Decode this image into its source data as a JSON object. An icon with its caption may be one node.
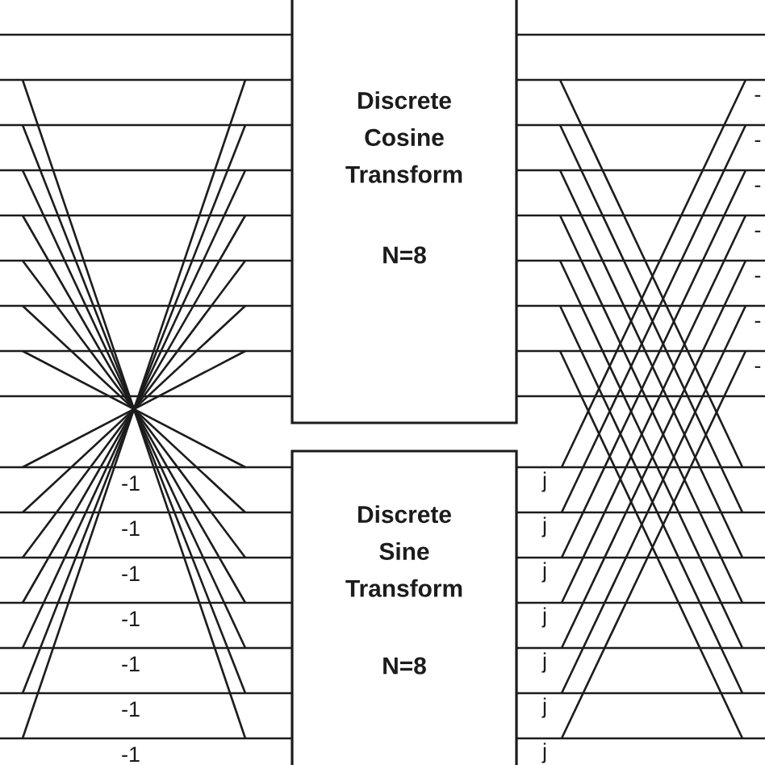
{
  "diagram": {
    "nodes": [
      {
        "text": [
          "Discrete Cosine Transform",
          "N=8"
        ]
      },
      {
        "text": [
          "Discrete Sine Transform",
          "N=8"
        ]
      }
    ],
    "edges": [
      {
        "from": null,
        "to": 0,
        "arrow": "none"
      },
      {
        "from": null,
        "to": 0,
        "arrow": "none"
      },
      {
        "from": null,
        "to": 0,
        "arrow": "none"
      },
      {
        "from": null,
        "to": 0,
        "arrow": "none"
      },
      {
        "from": null,
        "to": 0,
        "arrow": "none"
      },
      {
        "from": null,
        "to": 0,
        "arrow": "none"
      },
      {
        "from": null,
        "to": 0,
        "arrow": "none"
      },
      {
        "from": null,
        "to": 0,
        "arrow": "none"
      },
      {
        "from": null,
        "to": 0,
        "arrow": "none"
      },
      {
        "from": null,
        "to": 1,
        "arrow": "none"
      },
      {
        "from": null,
        "to": 1,
        "arrow": "none"
      },
      {
        "from": null,
        "to": 1,
        "arrow": "none"
      },
      {
        "from": null,
        "to": 1,
        "arrow": "none"
      },
      {
        "from": null,
        "to": 1,
        "arrow": "none"
      },
      {
        "from": null,
        "to": 1,
        "arrow": "none"
      },
      {
        "from": null,
        "to": 1,
        "arrow": "none"
      },
      {
        "from": 0,
        "to": null,
        "arrow": "none"
      },
      {
        "from": 0,
        "to": null,
        "arrow": "none"
      },
      {
        "from": 0,
        "to": null,
        "arrow": "none"
      },
      {
        "from": 0,
        "to": null,
        "arrow": "none"
      },
      {
        "from": 0,
        "to": null,
        "arrow": "none"
      },
      {
        "from": 0,
        "to": null,
        "arrow": "none"
      },
      {
        "from": 0,
        "to": null,
        "arrow": "none"
      },
      {
        "from": 0,
        "to": null,
        "arrow": "none"
      },
      {
        "from": 0,
        "to": null,
        "arrow": "none"
      },
      {
        "from": 1,
        "to": null,
        "arrow": "none"
      },
      {
        "from": 1,
        "to": null,
        "arrow": "none"
      },
      {
        "from": 1,
        "to": null,
        "arrow": "none"
      },
      {
        "from": 1,
        "to": null,
        "arrow": "none"
      },
      {
        "from": 1,
        "to": null,
        "arrow": "none"
      },
      {
        "from": 1,
        "to": null,
        "arrow": "none"
      },
      {
        "from": 1,
        "to": null,
        "arrow": "none"
      }
    ],
    "labels": [
      "-",
      "-",
      "-",
      "-",
      "-",
      "-",
      "-",
      "-1",
      "j",
      "-1",
      "j",
      "-1",
      "j",
      "-1",
      "j",
      "-1",
      "j",
      "-1",
      "j",
      "-1",
      "j"
    ]
  }
}
